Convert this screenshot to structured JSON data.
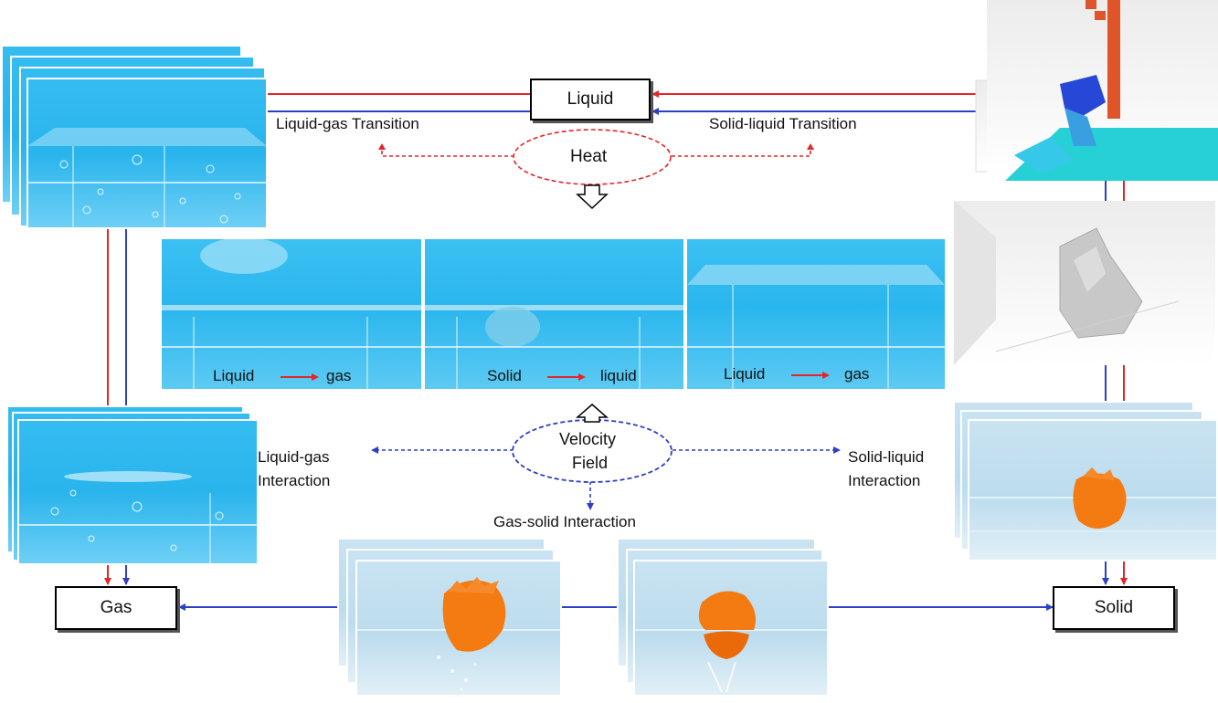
{
  "nodes": {
    "liquid": "Liquid",
    "gas": "Gas",
    "solid": "Solid",
    "heat": "Heat",
    "velocity_line1": "Velocity",
    "velocity_line2": "Field"
  },
  "labels": {
    "liquid_gas_transition": "Liquid-gas Transition",
    "solid_liquid_transition": "Solid-liquid Transition",
    "liquid_gas_interaction_line1": "Liquid-gas",
    "liquid_gas_interaction_line2": "Interaction",
    "solid_liquid_interaction_line1": "Solid-liquid",
    "solid_liquid_interaction_line2": "Interaction",
    "gas_solid_interaction": "Gas-solid Interaction"
  },
  "panels": [
    {
      "from": "Liquid",
      "to": "gas"
    },
    {
      "from": "Solid",
      "to": "liquid"
    },
    {
      "from": "Liquid",
      "to": "gas"
    }
  ],
  "colors": {
    "red": "#e3262b",
    "blue": "#2d3fc4",
    "water": "#2fb8ef",
    "pale_water": "#cfe6f2",
    "orange": "#f47a12"
  }
}
